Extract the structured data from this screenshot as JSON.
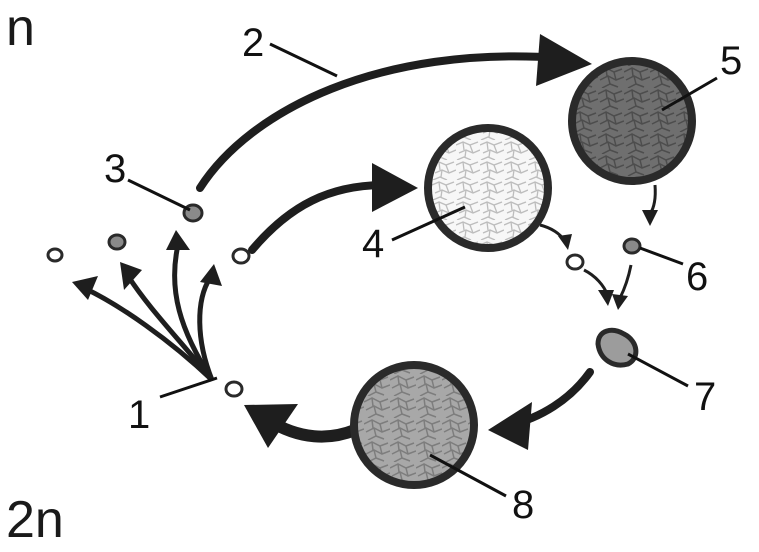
{
  "ploidy": {
    "haploid": "n",
    "diploid": "2n"
  },
  "labels": [
    "1",
    "2",
    "3",
    "4",
    "5",
    "6",
    "7",
    "8"
  ],
  "colors": {
    "outline": "#2a2a2a",
    "arrow": "#1e1e1e",
    "dark_cell": "#6f6f6f",
    "light_cell": "#f3f3f3",
    "mid_cell": "#a4a4a4"
  }
}
